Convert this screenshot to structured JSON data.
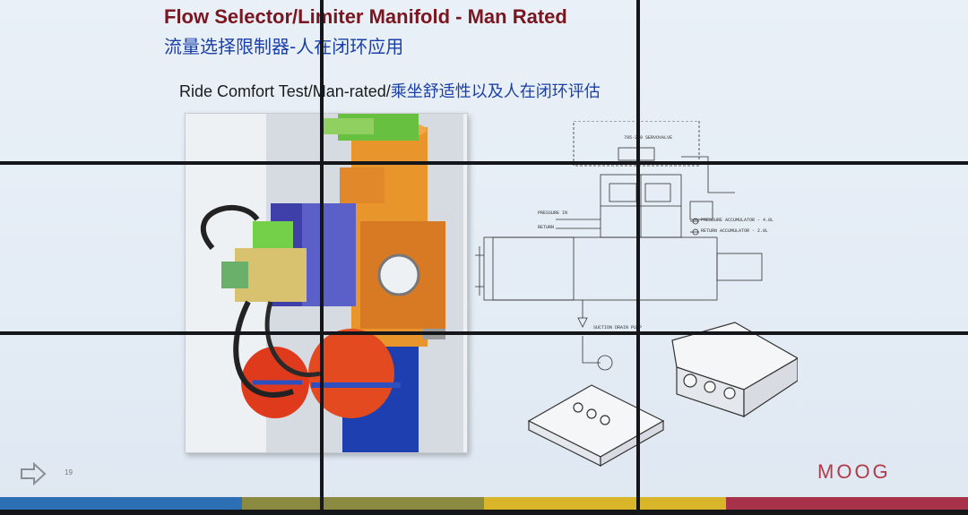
{
  "slide": {
    "title": "Flow Selector/Limiter Manifold - Man Rated",
    "subtitle_cn": "流量选择限制器-人在闭环应用",
    "ride_test_en": "Ride Comfort Test/Man-rated/",
    "ride_test_cn": "乘坐舒适性以及人在闭环评估",
    "page_number": "19",
    "logo_text": "MOOG"
  },
  "schematic_labels": {
    "servovalve": "795-200 SERVOVALVE",
    "pressure_accumulator": "PRESSURE ACCUMULATOR - 4.0L",
    "return_accumulator": "RETURN ACCUMULATOR - 2.0L",
    "suction_drain": "SUCTION DRAIN PUMP",
    "pressure_in": "PRESSURE IN",
    "return_label": "RETURN"
  },
  "colors": {
    "title": "#7a1620",
    "chinese_text": "#1a3fa8",
    "logo": "#b23a4a",
    "stripe_colors": [
      "#2c6fb5",
      "#2c6fb5",
      "#8a8a40",
      "#8a8a40",
      "#d9b52a",
      "#d9b52a",
      "#a8324a",
      "#a8324a"
    ]
  },
  "icons": {
    "nav_arrow": "right-arrow-icon"
  }
}
